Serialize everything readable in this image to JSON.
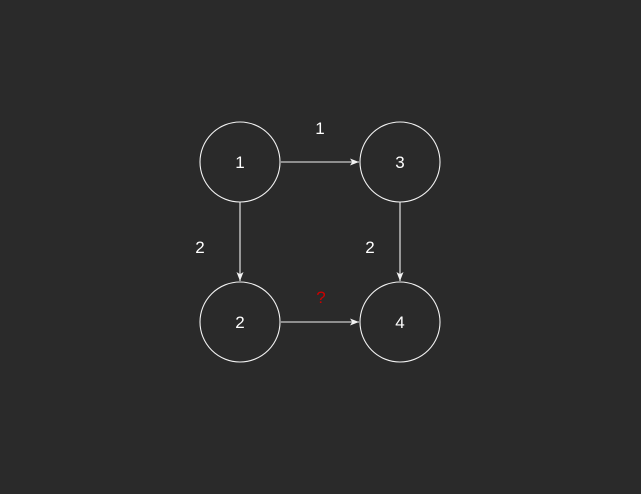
{
  "colors": {
    "background": "#2a2a2a",
    "stroke": "#f2f2f2",
    "text": "#ffffff",
    "unknown_weight": "#cc0000"
  },
  "nodes": [
    {
      "id": "1",
      "label": "1"
    },
    {
      "id": "3",
      "label": "3"
    },
    {
      "id": "2",
      "label": "2"
    },
    {
      "id": "4",
      "label": "4"
    }
  ],
  "edges": [
    {
      "from": "1",
      "to": "3",
      "weight": "1"
    },
    {
      "from": "1",
      "to": "2",
      "weight": "2"
    },
    {
      "from": "3",
      "to": "4",
      "weight": "2"
    },
    {
      "from": "2",
      "to": "4",
      "weight": "?"
    }
  ]
}
